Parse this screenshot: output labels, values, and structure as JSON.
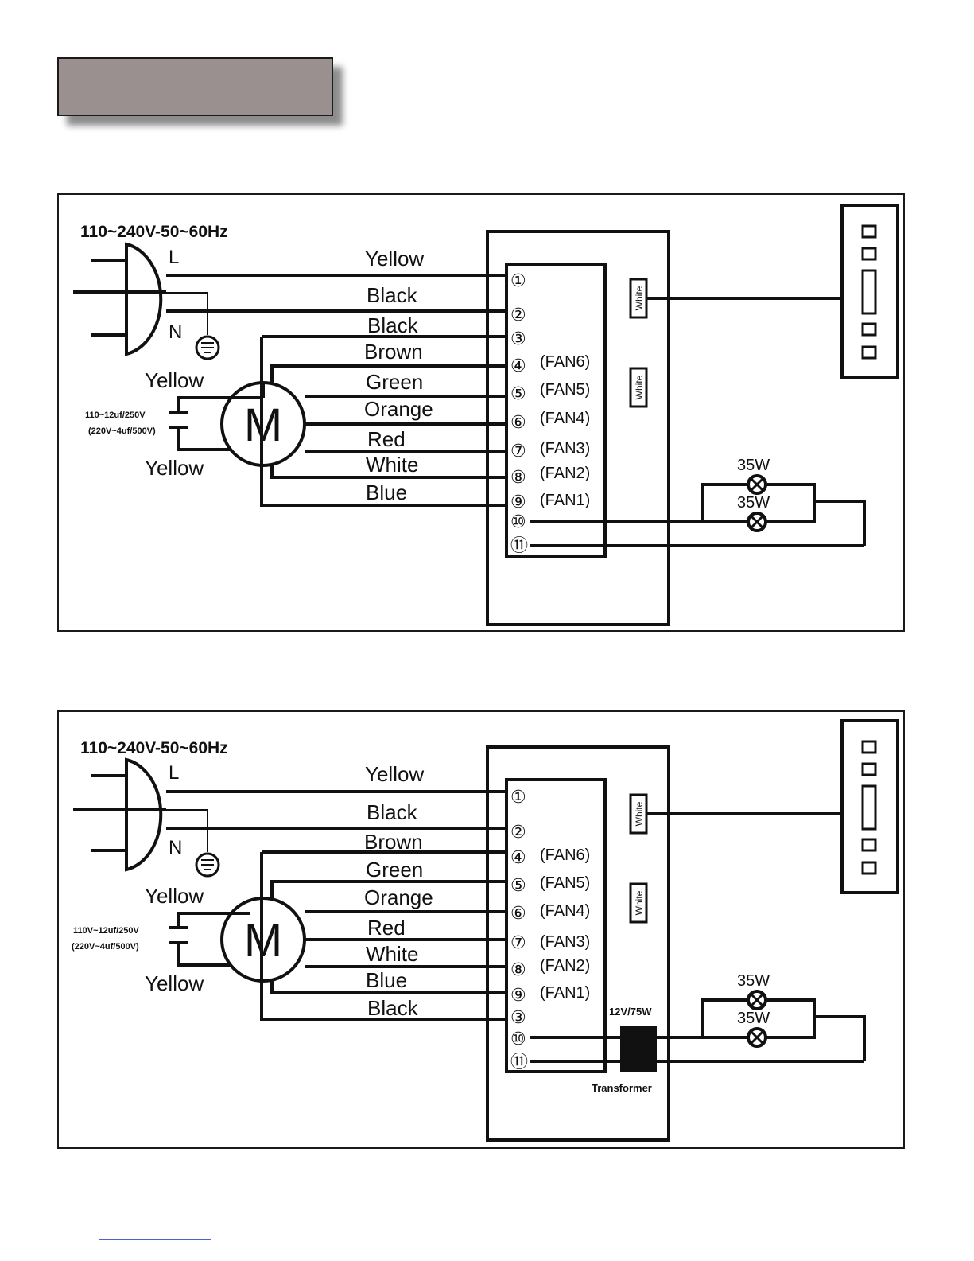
{
  "diagrams": [
    {
      "voltage": "110~240V-50~60Hz",
      "pin_l": "L",
      "pin_n": "N",
      "motor": "M",
      "cap_top": "Yellow",
      "cap_bottom": "Yellow",
      "cap_spec_1": "110~12uf/250V",
      "cap_spec_2": "(220V~4uf/500V)",
      "wires": [
        "Yellow",
        "Black",
        "Black",
        "Brown",
        "Green",
        "Orange",
        "Red",
        "White",
        "Blue"
      ],
      "terminals": [
        "①",
        "②",
        "③",
        "④",
        "⑤",
        "⑥",
        "⑦",
        "⑧",
        "⑨",
        "⑩",
        "⑪"
      ],
      "fans": [
        "(FAN6)",
        "(FAN5)",
        "(FAN4)",
        "(FAN3)",
        "(FAN2)",
        "(FAN1)"
      ],
      "conn_1": "White",
      "conn_2": "White",
      "lamp_1": "35W",
      "lamp_2": "35W"
    },
    {
      "voltage": "110~240V-50~60Hz",
      "pin_l": "L",
      "pin_n": "N",
      "motor": "M",
      "cap_top": "Yellow",
      "cap_bottom": "Yellow",
      "cap_spec_1": "110V~12uf/250V",
      "cap_spec_2": "(220V~4uf/500V)",
      "wires": [
        "Yellow",
        "Black",
        "Brown",
        "Green",
        "Orange",
        "Red",
        "White",
        "Blue",
        "Black"
      ],
      "terminals": [
        "①",
        "②",
        "④",
        "⑤",
        "⑥",
        "⑦",
        "⑧",
        "⑨",
        "③",
        "⑩",
        "⑪"
      ],
      "fans": [
        "(FAN6)",
        "(FAN5)",
        "(FAN4)",
        "(FAN3)",
        "(FAN2)",
        "(FAN1)"
      ],
      "conn_1": "White",
      "conn_2": "White",
      "lamp_1": "35W",
      "lamp_2": "35W",
      "transformer_rating": "12V/75W",
      "transformer_label": "Transformer"
    }
  ]
}
